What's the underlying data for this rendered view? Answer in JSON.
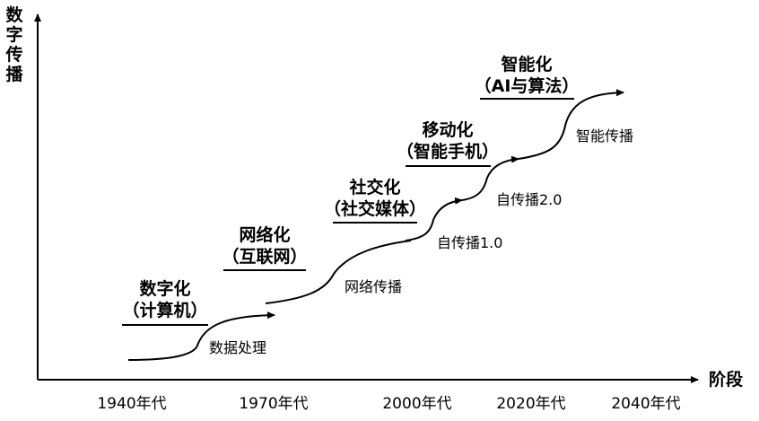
{
  "axes": {
    "y_title_chars": [
      "数",
      "字",
      "传",
      "播"
    ],
    "x_title": "阶段"
  },
  "x_ticks": [
    "1940年代",
    "1970年代",
    "2000年代",
    "2020年代",
    "2040年代"
  ],
  "stages": [
    {
      "line1": "数字化",
      "line2": "（计算机）",
      "note": "数据处理"
    },
    {
      "line1": "网络化",
      "line2": "（互联网）",
      "note": "网络传播"
    },
    {
      "line1": "社交化",
      "line2": "（社交媒体）",
      "note": "自传播1.0"
    },
    {
      "line1": "移动化",
      "line2": "（智能手机）",
      "note": "自传播2.0"
    },
    {
      "line1": "智能化",
      "line2": "（AI与算法）",
      "note": "智能传播"
    }
  ]
}
